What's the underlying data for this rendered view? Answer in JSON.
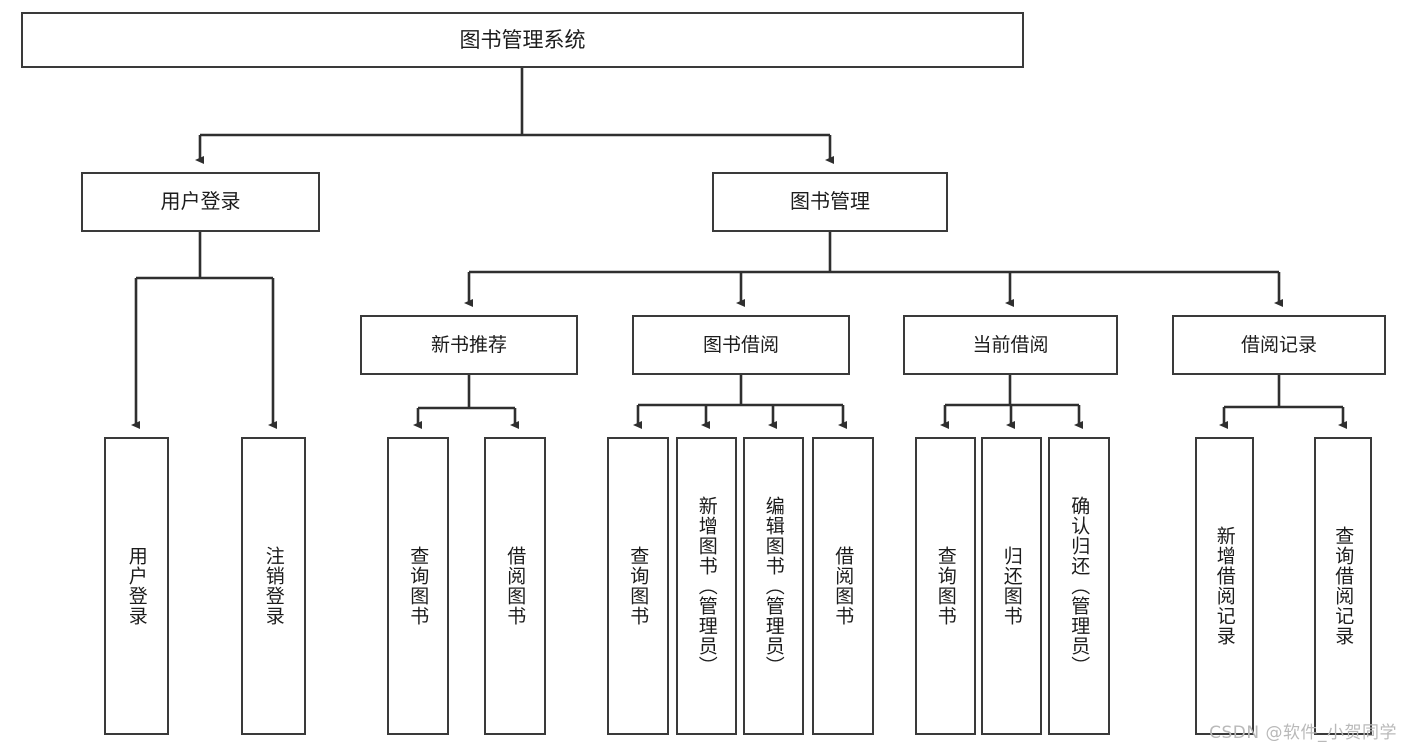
{
  "diagram": {
    "type": "tree",
    "title": "图书管理系统",
    "root": {
      "id": "root",
      "label": "图书管理系统"
    },
    "level1": [
      {
        "id": "user-login",
        "label": "用户登录"
      },
      {
        "id": "book-management",
        "label": "图书管理"
      }
    ],
    "level2": [
      {
        "id": "new-book-recommend",
        "label": "新书推荐",
        "parent": "book-management"
      },
      {
        "id": "book-borrow",
        "label": "图书借阅",
        "parent": "book-management"
      },
      {
        "id": "current-borrow",
        "label": "当前借阅",
        "parent": "book-management"
      },
      {
        "id": "borrow-record",
        "label": "借阅记录",
        "parent": "book-management"
      }
    ],
    "leaves": [
      {
        "id": "leaf-user-login",
        "label": "用户登录",
        "parent": "user-login"
      },
      {
        "id": "leaf-logout-login",
        "label": "注销登录",
        "parent": "user-login"
      },
      {
        "id": "leaf-query-book-1",
        "label": "查询图书",
        "parent": "new-book-recommend"
      },
      {
        "id": "leaf-borrow-book-1",
        "label": "借阅图书",
        "parent": "new-book-recommend"
      },
      {
        "id": "leaf-query-book-2",
        "label": "查询图书",
        "parent": "book-borrow"
      },
      {
        "id": "leaf-add-book",
        "label": "新增图书（管理员）",
        "parent": "book-borrow"
      },
      {
        "id": "leaf-edit-book",
        "label": "编辑图书（管理员）",
        "parent": "book-borrow"
      },
      {
        "id": "leaf-borrow-book-2",
        "label": "借阅图书",
        "parent": "book-borrow"
      },
      {
        "id": "leaf-query-book-3",
        "label": "查询图书",
        "parent": "current-borrow"
      },
      {
        "id": "leaf-return-book",
        "label": "归还图书",
        "parent": "current-borrow"
      },
      {
        "id": "leaf-confirm-return",
        "label": "确认归还（管理员）",
        "parent": "current-borrow"
      },
      {
        "id": "leaf-add-record",
        "label": "新增借阅记录",
        "parent": "borrow-record"
      },
      {
        "id": "leaf-query-record",
        "label": "查询借阅记录",
        "parent": "borrow-record"
      }
    ],
    "colors": {
      "box_border": "#3a3a3a",
      "box_fill": "#ffffff",
      "connector": "#2f2f2f",
      "text": "#1c1c1c",
      "watermark": "#b9b9b9"
    }
  },
  "watermark": {
    "text": "CSDN @软件_小贺同学"
  }
}
